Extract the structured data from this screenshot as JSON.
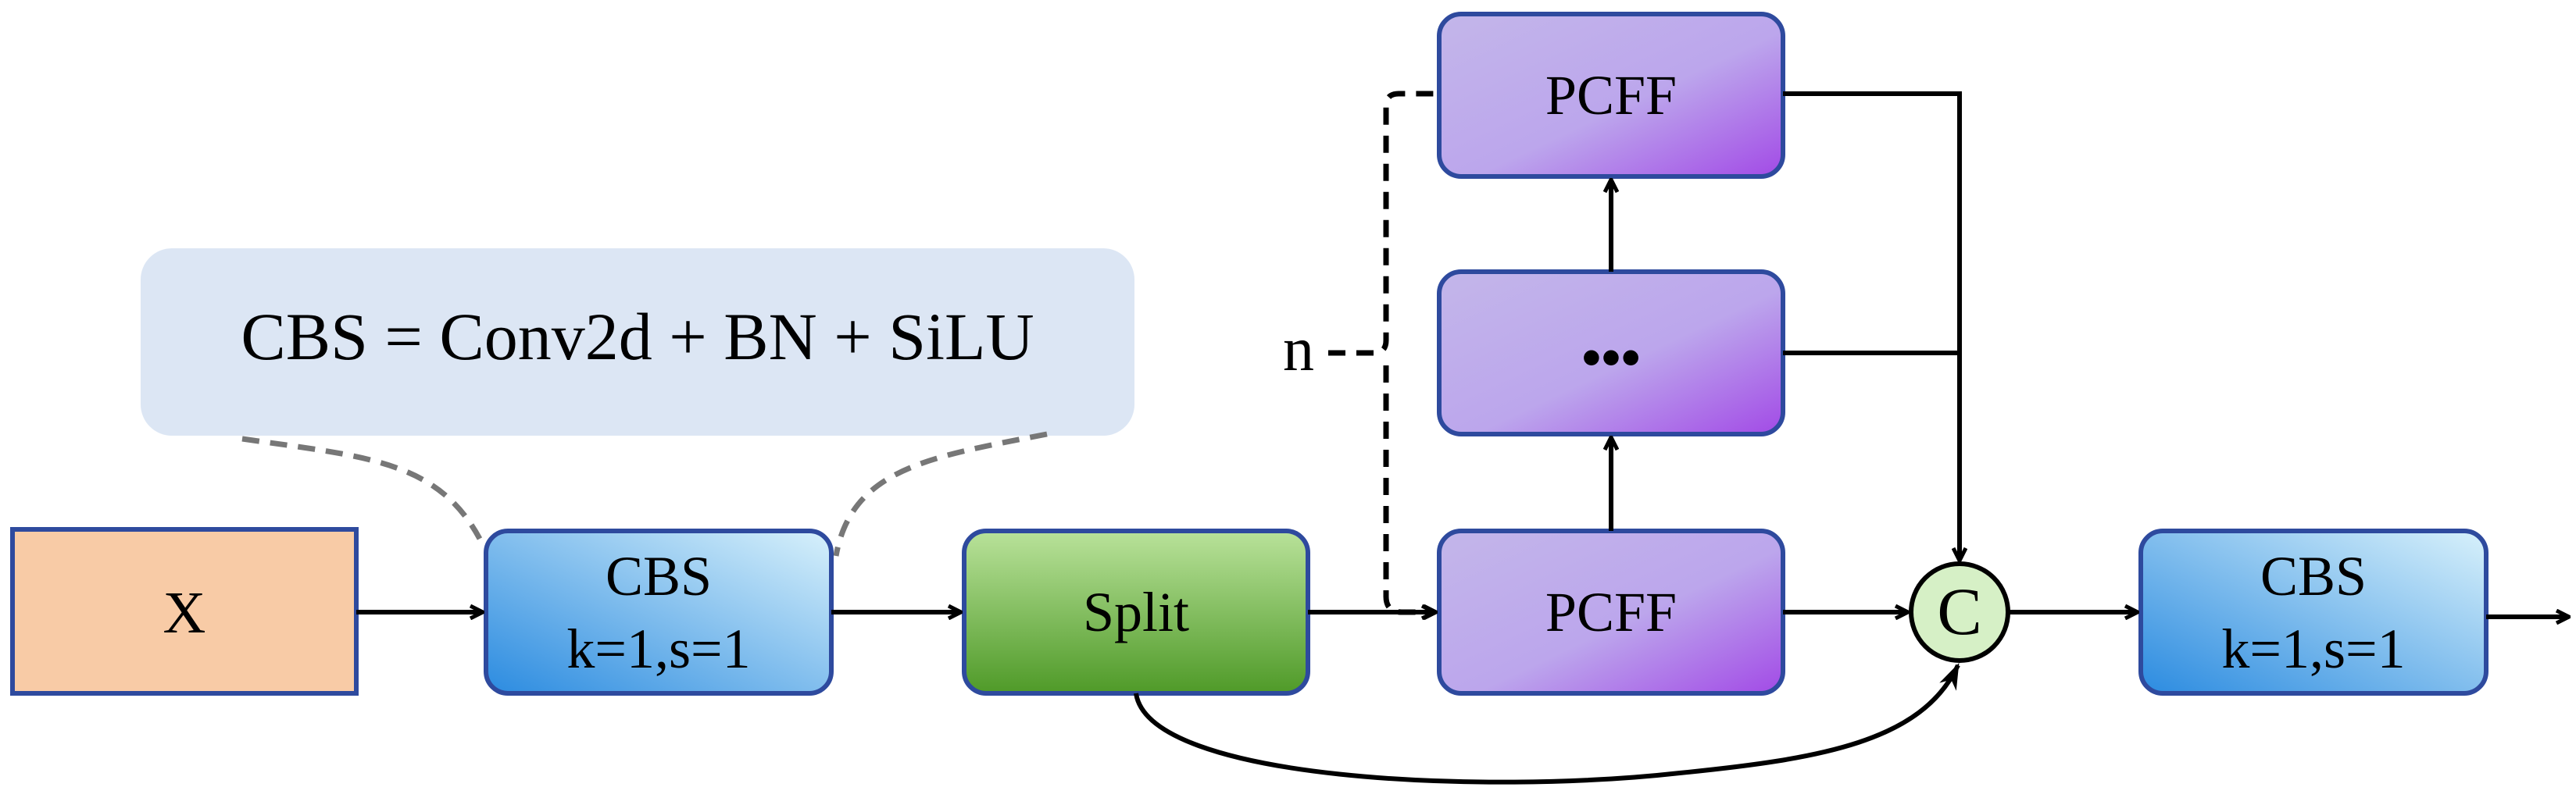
{
  "note": {
    "text": "CBS = Conv2d + BN + SiLU"
  },
  "nodes": {
    "input": {
      "label": "X"
    },
    "cbs_in": {
      "line1": "CBS",
      "line2": "k=1,s=1"
    },
    "split": {
      "label": "Split"
    },
    "pcff_bottom": {
      "label": "PCFF"
    },
    "pcff_middle": {
      "label": "•••"
    },
    "pcff_top": {
      "label": "PCFF"
    },
    "concat": {
      "label": "C"
    },
    "cbs_out": {
      "line1": "CBS",
      "line2": "k=1,s=1"
    }
  },
  "repeat": {
    "label": "n"
  },
  "colors": {
    "input_fill": "#f8cba6",
    "cbs_gradient": [
      "#2b8be0",
      "#d8f1fb"
    ],
    "split_gradient": [
      "#b9e29a",
      "#4f9a28"
    ],
    "pcff_gradient": [
      "#c3b6ea",
      "#a24ae6"
    ],
    "concat_fill": "#d6f0c6",
    "note_fill": "#dce6f4",
    "stroke": "#2e4a9e"
  }
}
